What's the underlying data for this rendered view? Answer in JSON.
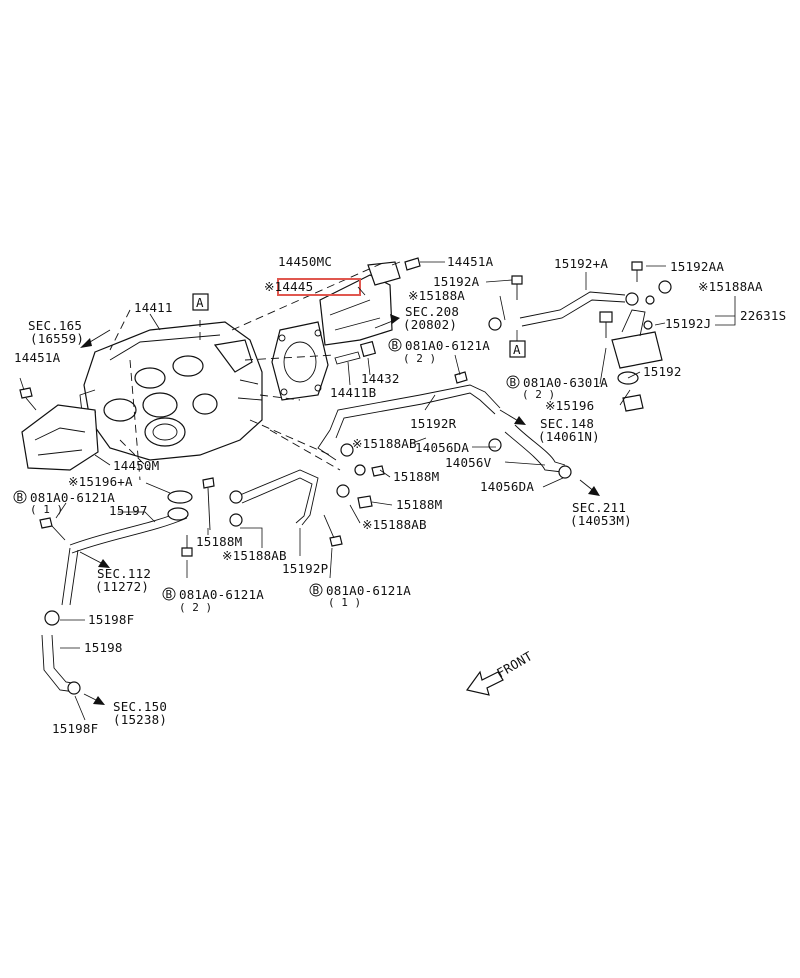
{
  "parts": {
    "p14450MC": "14450MC",
    "p14451A_top": "14451A",
    "p14445": "※14445",
    "p15192A": "15192A",
    "p15192pA": "15192+A",
    "p15192AA": "15192AA",
    "p15188AA_top": "※15188AA",
    "p15188A": "※15188A",
    "p22631S": "22631S",
    "p15192J": "15192J",
    "p15192": "15192",
    "p14411": "14411",
    "p14451A_left": "14451A",
    "p14432": "14432",
    "p14411B": "14411B",
    "p14450M": "14450M",
    "p15196pA": "※15196+A",
    "p15196": "※15196",
    "p15192R": "15192R",
    "p15188AB_1": "※15188AB",
    "p15188M_1": "15188M",
    "p15188M_2": "15188M",
    "p15188AB_2": "※15188AB",
    "p14056DA_1": "14056DA",
    "p14056V": "14056V",
    "p14056DA_2": "14056DA",
    "p15197": "15197",
    "p15188M_3": "15188M",
    "p15188AB_3": "※15188AB",
    "p15192P": "15192P",
    "p15198F_1": "15198F",
    "p15198": "15198",
    "p15198F_2": "15198F"
  },
  "bolts": {
    "b1": {
      "code": "081A0-6121A",
      "qty": "( 2 )"
    },
    "b2": {
      "code": "081A0-6301A",
      "qty": "( 2 )"
    },
    "b3": {
      "code": "081A0-6121A",
      "qty": "( 1 )"
    },
    "b4": {
      "code": "081A0-6121A",
      "qty": "( 2 )"
    },
    "b5": {
      "code": "081A0-6121A",
      "qty": "( 1 )"
    },
    "marker": "B"
  },
  "sections": {
    "s165": {
      "sec": "SEC.165",
      "ref": "(16559)"
    },
    "s208": {
      "sec": "SEC.208",
      "ref": "(20802)"
    },
    "s148": {
      "sec": "SEC.148",
      "ref": "(14061N)"
    },
    "s211": {
      "sec": "SEC.211",
      "ref": "(14053M)"
    },
    "s112": {
      "sec": "SEC.112",
      "ref": "(11272)"
    },
    "s150": {
      "sec": "SEC.150",
      "ref": "(15238)"
    }
  },
  "refs": {
    "a1": "A",
    "a2": "A"
  },
  "front": "FRONT",
  "colors": {
    "highlight": "#e0574f",
    "ink": "#111111"
  }
}
